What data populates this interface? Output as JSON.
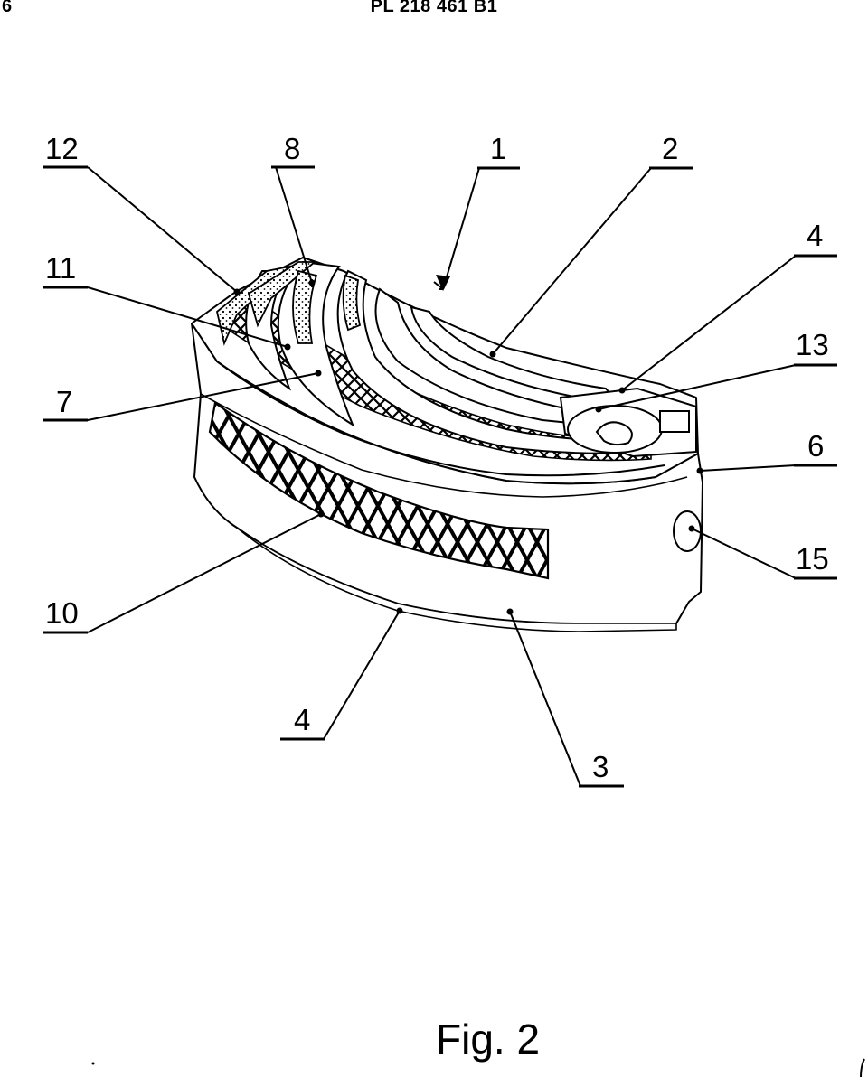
{
  "header": {
    "page_number": "6",
    "patent_id": "PL 218 461 B1"
  },
  "figure": {
    "caption": "Fig. 2",
    "reference_labels": [
      "12",
      "8",
      "1",
      "2",
      "4",
      "11",
      "13",
      "7",
      "6",
      "15",
      "10",
      "4",
      "3"
    ]
  }
}
